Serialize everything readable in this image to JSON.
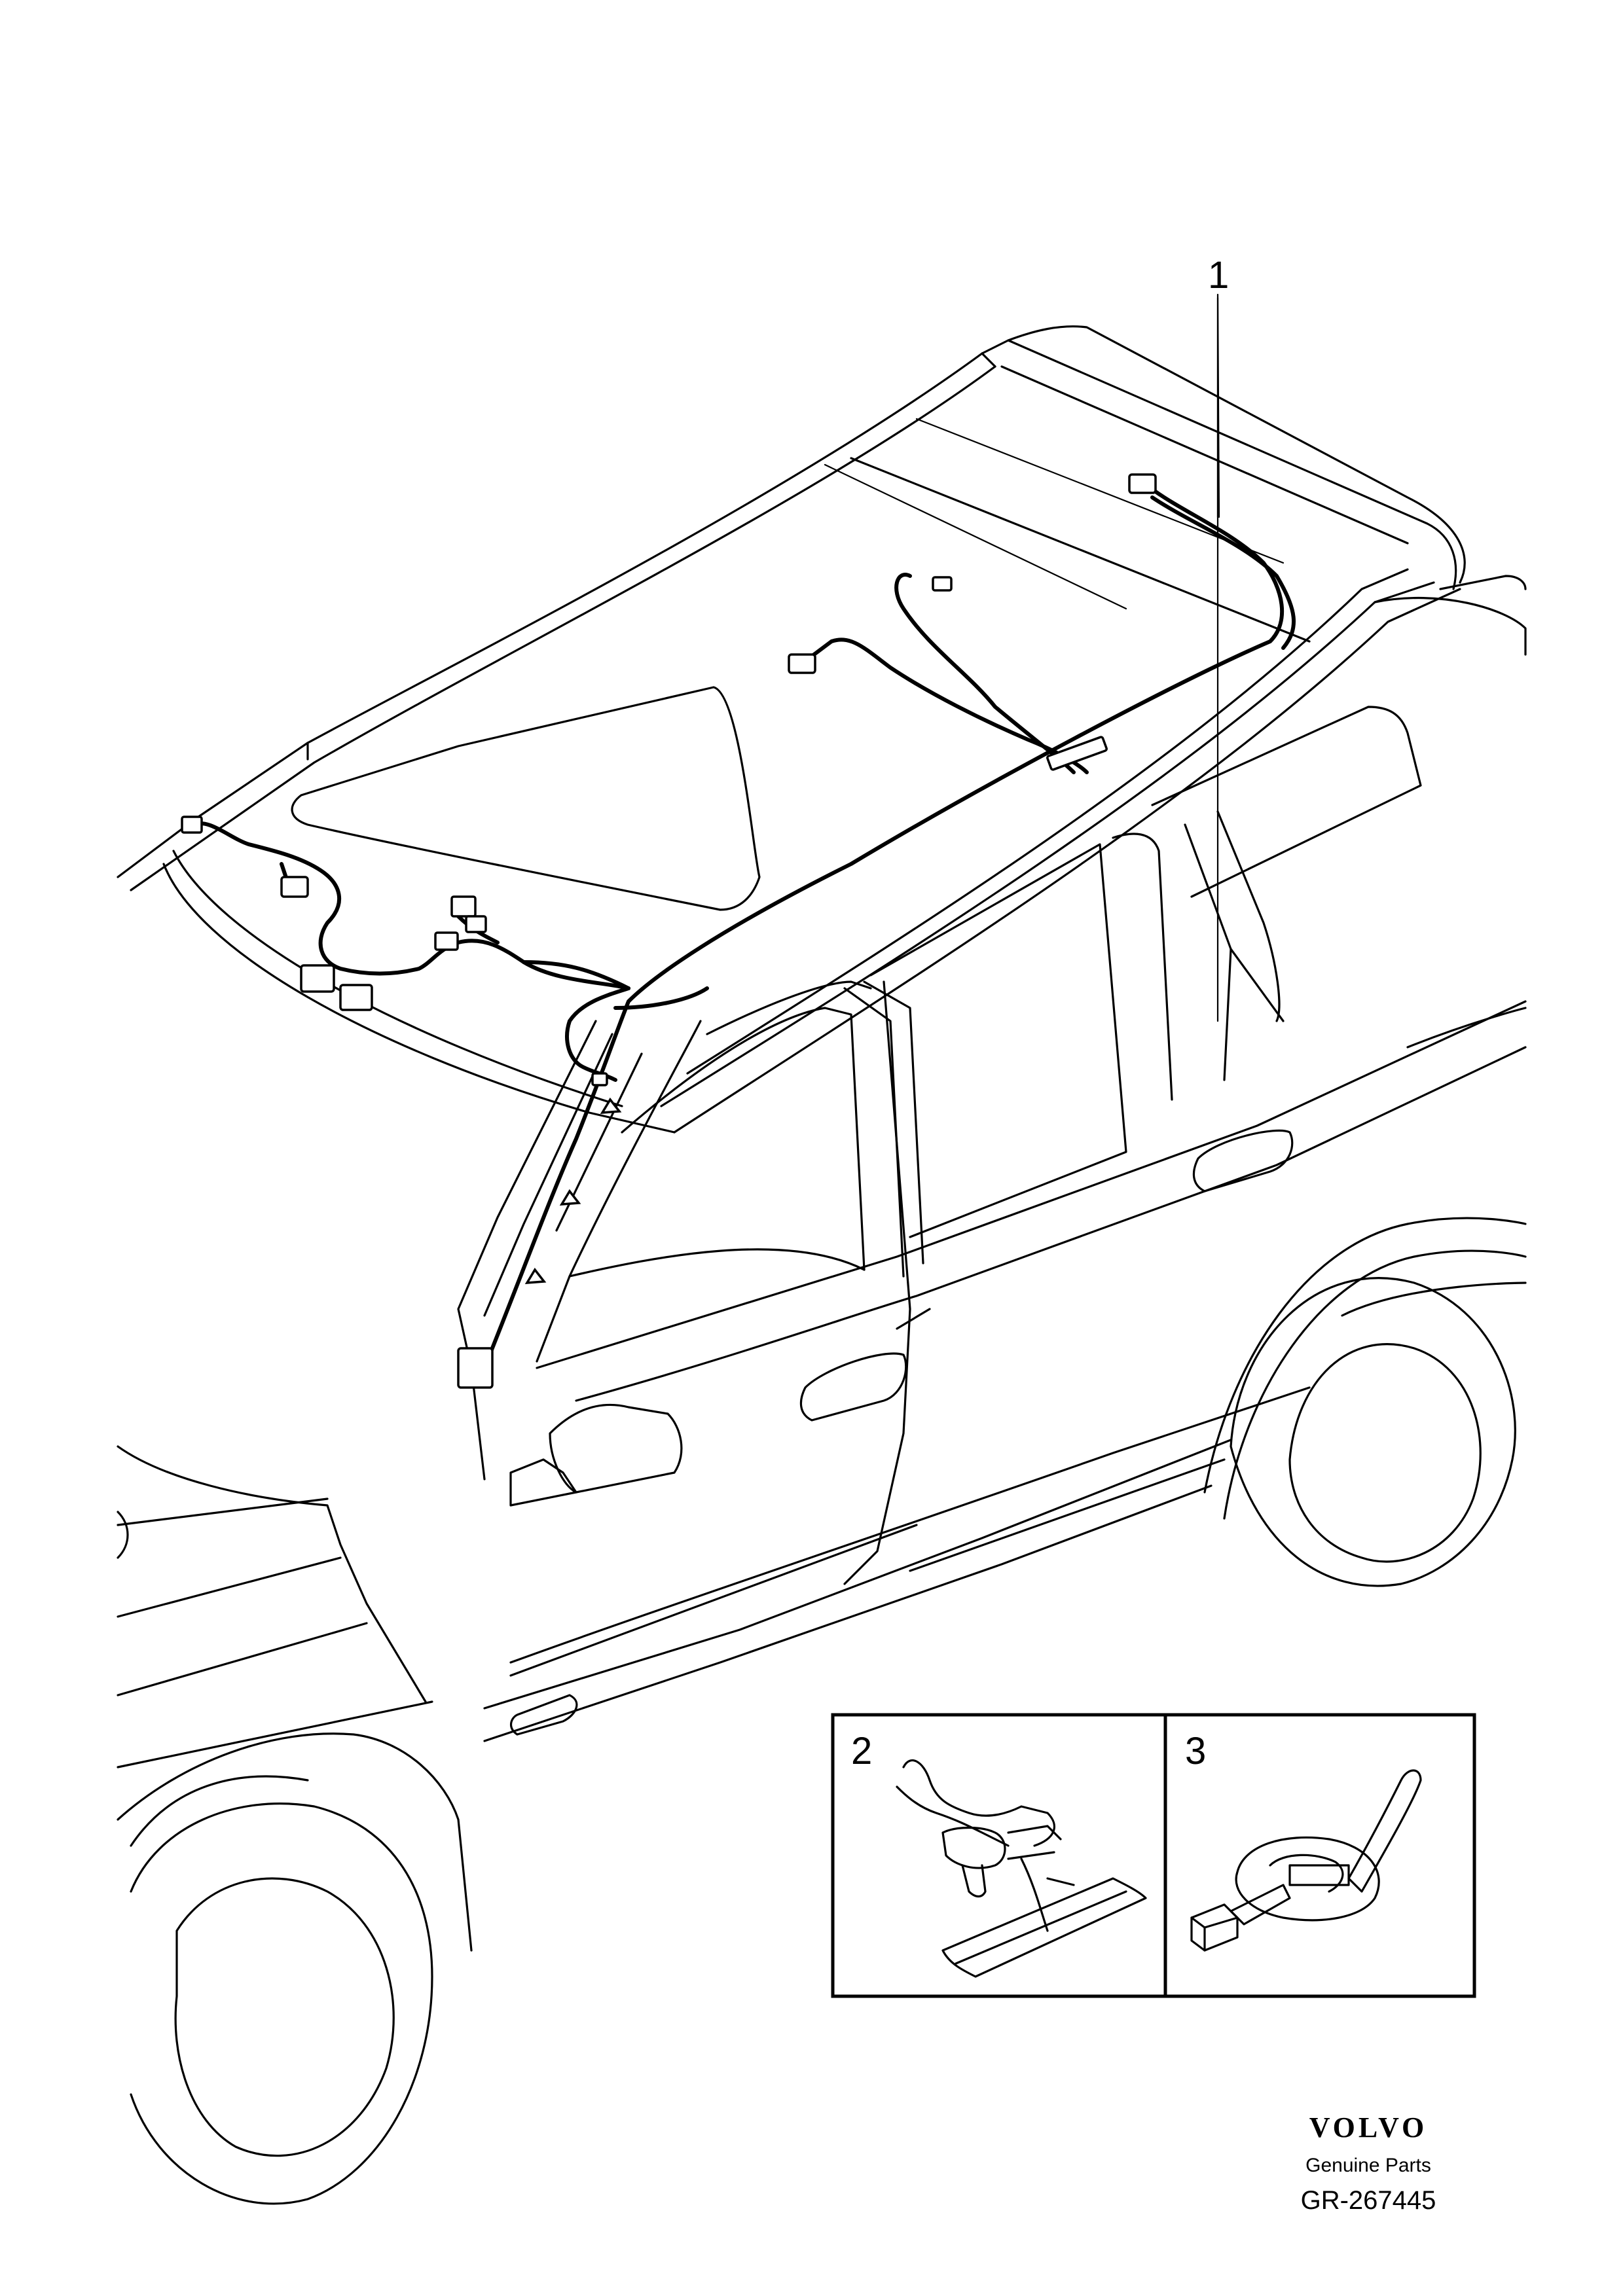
{
  "callouts": {
    "item_1": "1",
    "item_2": "2",
    "item_3": "3"
  },
  "footer": {
    "brand": "VOLVO",
    "subtitle": "Genuine Parts",
    "figure_code": "GR-267445"
  }
}
